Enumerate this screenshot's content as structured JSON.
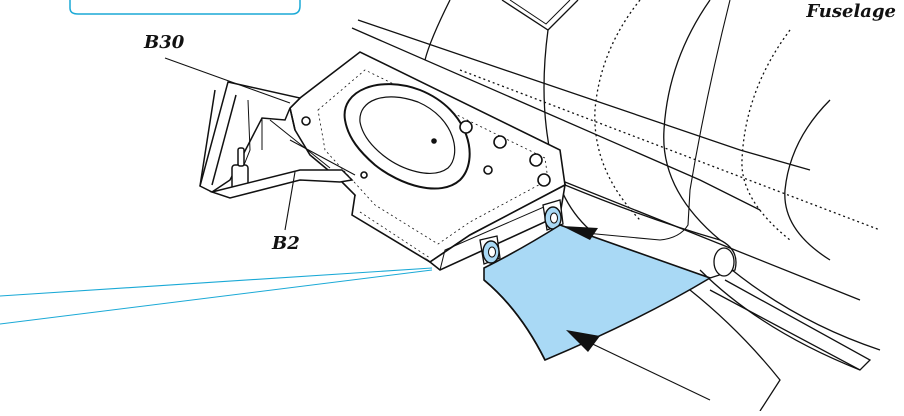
{
  "labels": {
    "fuselage": "Fuselage",
    "b30": "B30",
    "b2": "B2"
  },
  "colors": {
    "highlight_fill": "#a9d9f5",
    "callout_line": "#1aa9d6",
    "ink": "#111111"
  }
}
